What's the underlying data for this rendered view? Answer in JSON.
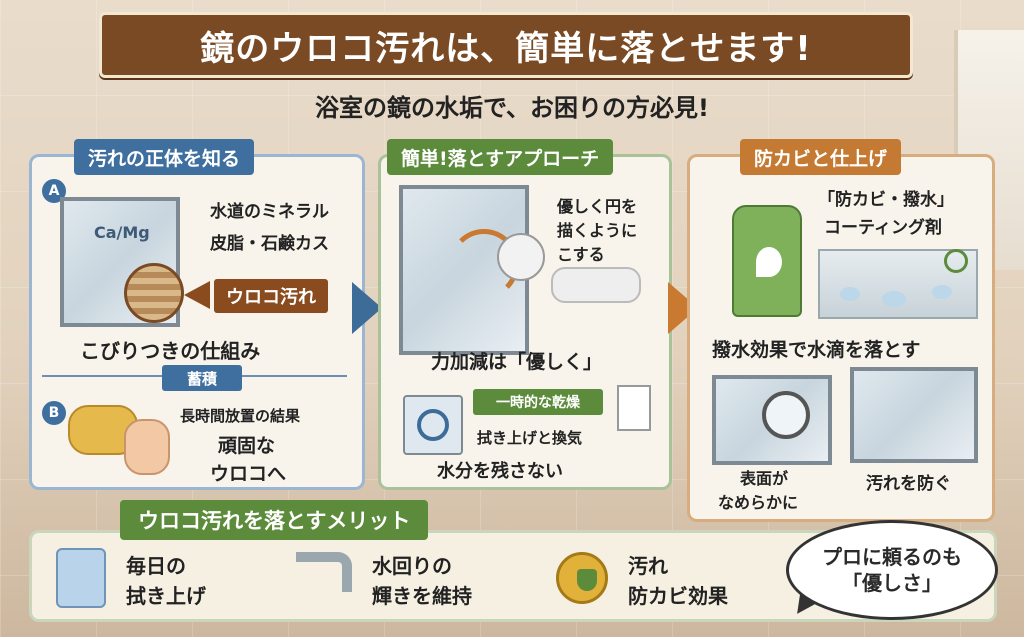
{
  "title": "鏡のウロコ汚れは、簡単に落とせます!",
  "subtitle": "浴室の鏡の水垢で、お困りの方必見!",
  "panel1": {
    "tab": "汚れの正体を知る",
    "a_label": "A",
    "mineral_formula": "Ca/Mg",
    "mineral_label": "水道のミネラル",
    "sebum_label": "皮脂・石鹸カス",
    "scale_label": "ウロコ汚れ",
    "mechanism": "こびりつきの仕組み",
    "accumulate": "蓄積",
    "b_label": "B",
    "long_time": "長時間放置の結果",
    "stubborn_1": "頑固な",
    "stubborn_2": "ウロコへ"
  },
  "panel2": {
    "tab": "簡単!落とすアプローチ",
    "circle_1": "優しく円を",
    "circle_2": "描くように",
    "circle_3": "こする",
    "gentle": "力加減は「優しく」",
    "temp_dry": "一時的な乾燥",
    "wipe_vent": "拭き上げと換気",
    "no_moisture": "水分を残さない"
  },
  "panel3": {
    "tab": "防カビと仕上げ",
    "coating_1": "「防カビ・撥水」",
    "coating_2": "コーティング剤",
    "water_repel": "撥水効果で水滴を落とす",
    "smooth_1": "表面が",
    "smooth_2": "なめらかに",
    "prevent": "汚れを防ぐ"
  },
  "benefits": {
    "tab": "ウロコ汚れを落とすメリット",
    "items": [
      {
        "line1": "毎日の",
        "line2": "拭き上げ"
      },
      {
        "line1": "水回りの",
        "line2": "輝きを維持"
      },
      {
        "line1": "汚れ",
        "line2": "防カビ効果"
      }
    ],
    "bubble_1": "プロに頼るのも",
    "bubble_2": "「優しさ」"
  },
  "colors": {
    "title_bg": "#7a4a24",
    "panel1_accent": "#3f6f9e",
    "panel2_accent": "#5c8b3c",
    "panel3_accent": "#c57a33"
  }
}
